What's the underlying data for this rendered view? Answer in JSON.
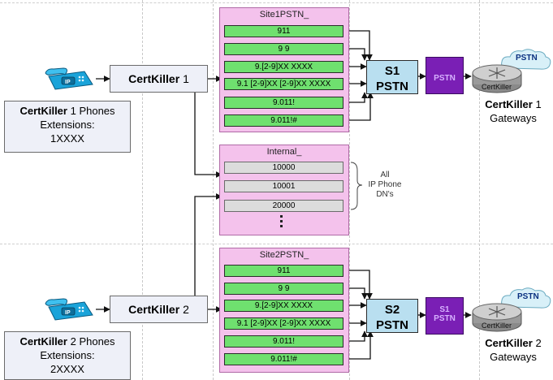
{
  "site1_pstn": {
    "title": "Site1PSTN_",
    "patterns": [
      "911",
      "9 9",
      "9.[2-9]XX XXXX",
      "9.1 [2-9]XX [2-9]XX XXXX",
      "9.011!",
      "9.011!#"
    ]
  },
  "internal": {
    "title": "Internal_",
    "patterns": [
      "10000",
      "10001",
      "20000"
    ],
    "brace_label": [
      "All",
      "IP Phone",
      "DN's"
    ]
  },
  "site2_pstn": {
    "title": "Site2PSTN_",
    "patterns": [
      "911",
      "9 9",
      "9.[2-9]XX XXXX",
      "9.1 [2-9]XX [2-9]XX XXXX",
      "9.011!",
      "9.011!#"
    ]
  },
  "site1": {
    "device": {
      "brand": "CertKiller",
      "num": "1"
    },
    "phones_desc": {
      "brand": "CertKiller",
      "rest": "1 Phones",
      "line2": "Extensions:",
      "line3": "1XXXX"
    },
    "pstn_box": [
      "S1",
      "PSTN"
    ],
    "purple_label": "PSTN",
    "router_name": "CertKiller",
    "cloud_label": "PSTN",
    "gateway_label": {
      "brand": "CertKiller",
      "num": "1",
      "line2": "Gateways"
    }
  },
  "site2": {
    "device": {
      "brand": "CertKiller",
      "num": "2"
    },
    "phones_desc": {
      "brand": "CertKiller",
      "rest": "2 Phones",
      "line2": "Extensions:",
      "line3": "2XXXX"
    },
    "pstn_box": [
      "S2",
      "PSTN"
    ],
    "purple_label": [
      "S1",
      "PSTN"
    ],
    "router_name": "CertKiller",
    "cloud_label": "PSTN",
    "gateway_label": {
      "brand": "CertKiller",
      "num": "2",
      "line2": "Gateways"
    }
  },
  "colors": {
    "pattern_green": "#6fe06f",
    "panel_pink": "#f4c2ec",
    "pstn_blue": "#b9dff0",
    "purple": "#7a1fb5",
    "phone_blue": "#1aa3d9",
    "arrow_red": "#c03030"
  }
}
